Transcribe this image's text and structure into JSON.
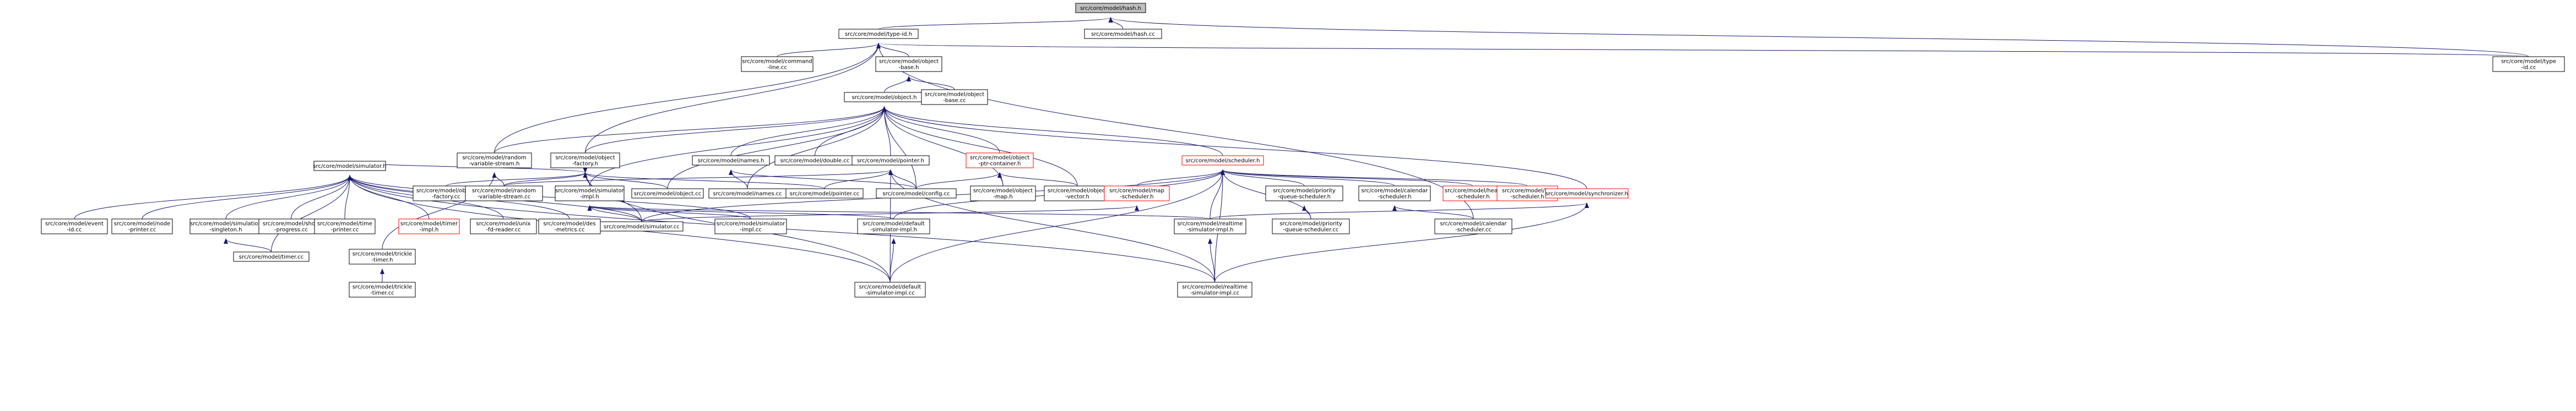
{
  "colors": {
    "edge": "#191970",
    "border_normal": "#000000",
    "border_missing": "#ff0000",
    "fill_root": "#bfbfbf",
    "fill_normal": "#ffffff"
  },
  "nodes": [
    {
      "id": "hash_h",
      "lines": [
        "src/core/model/hash.h"
      ],
      "style": "root"
    },
    {
      "id": "type_id_h",
      "lines": [
        "src/core/model/type-id.h"
      ]
    },
    {
      "id": "hash_cc",
      "lines": [
        "src/core/model/hash.cc"
      ]
    },
    {
      "id": "command_line_cc",
      "lines": [
        "src/core/model/command",
        "-line.cc"
      ]
    },
    {
      "id": "object_base_h",
      "lines": [
        "src/core/model/object",
        "-base.h"
      ]
    },
    {
      "id": "type_id_cc",
      "lines": [
        "src/core/model/type",
        "-id.cc"
      ]
    },
    {
      "id": "object_h",
      "lines": [
        "src/core/model/object.h"
      ]
    },
    {
      "id": "object_base_cc",
      "lines": [
        "src/core/model/object",
        "-base.cc"
      ]
    },
    {
      "id": "random_variable_stream_h",
      "lines": [
        "src/core/model/random",
        "-variable-stream.h"
      ]
    },
    {
      "id": "object_factory_h",
      "lines": [
        "src/core/model/object",
        "-factory.h"
      ]
    },
    {
      "id": "double_cc",
      "lines": [
        "src/core/model/double.cc"
      ]
    },
    {
      "id": "names_h",
      "lines": [
        "src/core/model/names.h"
      ]
    },
    {
      "id": "pointer_h",
      "lines": [
        "src/core/model/pointer.h"
      ]
    },
    {
      "id": "object_ptr_container_h",
      "lines": [
        "src/core/model/object",
        "-ptr-container.h"
      ],
      "style": "missing"
    },
    {
      "id": "scheduler_h",
      "lines": [
        "src/core/model/scheduler.h"
      ],
      "style": "missing"
    },
    {
      "id": "simulator_h",
      "lines": [
        "src/core/model/simulator.h"
      ]
    },
    {
      "id": "object_factory_cc",
      "lines": [
        "src/core/model/object",
        "-factory.cc"
      ]
    },
    {
      "id": "random_variable_stream_cc",
      "lines": [
        "src/core/model/random",
        "-variable-stream.cc"
      ]
    },
    {
      "id": "simulator_impl_h",
      "lines": [
        "src/core/model/simulator",
        "-impl.h"
      ]
    },
    {
      "id": "object_cc",
      "lines": [
        "src/core/model/object.cc"
      ]
    },
    {
      "id": "names_cc",
      "lines": [
        "src/core/model/names.cc"
      ]
    },
    {
      "id": "pointer_cc",
      "lines": [
        "src/core/model/pointer.cc"
      ]
    },
    {
      "id": "config_cc",
      "lines": [
        "src/core/model/config.cc"
      ]
    },
    {
      "id": "object_map_h",
      "lines": [
        "src/core/model/object",
        "-map.h"
      ]
    },
    {
      "id": "object_vector_h",
      "lines": [
        "src/core/model/object",
        "-vector.h"
      ]
    },
    {
      "id": "map_scheduler_h",
      "lines": [
        "src/core/model/map",
        "-scheduler.h"
      ],
      "style": "missing"
    },
    {
      "id": "priority_queue_scheduler_h",
      "lines": [
        "src/core/model/priority",
        "-queue-scheduler.h"
      ]
    },
    {
      "id": "calendar_scheduler_h",
      "lines": [
        "src/core/model/calendar",
        "-scheduler.h"
      ]
    },
    {
      "id": "heap_scheduler_h",
      "lines": [
        "src/core/model/heap",
        "-scheduler.h"
      ],
      "style": "missing"
    },
    {
      "id": "list_scheduler_h",
      "lines": [
        "src/core/model/list",
        "-scheduler.h"
      ],
      "style": "missing"
    },
    {
      "id": "synchronizer_h",
      "lines": [
        "src/core/model/synchronizer.h"
      ],
      "style": "missing"
    },
    {
      "id": "event_id_cc",
      "lines": [
        "src/core/model/event",
        "-id.cc"
      ]
    },
    {
      "id": "node_printer_cc",
      "lines": [
        "src/core/model/node",
        "-printer.cc"
      ]
    },
    {
      "id": "simulation_singleton_h",
      "lines": [
        "src/core/model/simulation",
        "-singleton.h"
      ]
    },
    {
      "id": "show_progress_cc",
      "lines": [
        "src/core/model/show",
        "-progress.cc"
      ]
    },
    {
      "id": "time_printer_cc",
      "lines": [
        "src/core/model/time",
        "-printer.cc"
      ]
    },
    {
      "id": "timer_impl_h",
      "lines": [
        "src/core/model/timer",
        "-impl.h"
      ],
      "style": "missing"
    },
    {
      "id": "unix_fd_reader_cc",
      "lines": [
        "src/core/model/unix",
        "-fd-reader.cc"
      ]
    },
    {
      "id": "des_metrics_cc",
      "lines": [
        "src/core/model/des",
        "-metrics.cc"
      ]
    },
    {
      "id": "simulator_cc",
      "lines": [
        "src/core/model/simulator.cc"
      ]
    },
    {
      "id": "simulator_impl_cc",
      "lines": [
        "src/core/model/simulator",
        "-impl.cc"
      ]
    },
    {
      "id": "default_simulator_impl_h",
      "lines": [
        "src/core/model/default",
        "-simulator-impl.h"
      ]
    },
    {
      "id": "realtime_simulator_impl_h",
      "lines": [
        "src/core/model/realtime",
        "-simulator-impl.h"
      ]
    },
    {
      "id": "priority_queue_scheduler_cc",
      "lines": [
        "src/core/model/priority",
        "-queue-scheduler.cc"
      ]
    },
    {
      "id": "calendar_scheduler_cc",
      "lines": [
        "src/core/model/calendar",
        "-scheduler.cc"
      ]
    },
    {
      "id": "timer_cc",
      "lines": [
        "src/core/model/timer.cc"
      ]
    },
    {
      "id": "trickle_timer_h",
      "lines": [
        "src/core/model/trickle",
        "-timer.h"
      ]
    },
    {
      "id": "default_simulator_impl_cc",
      "lines": [
        "src/core/model/default",
        "-simulator-impl.cc"
      ]
    },
    {
      "id": "realtime_simulator_impl_cc",
      "lines": [
        "src/core/model/realtime",
        "-simulator-impl.cc"
      ]
    },
    {
      "id": "trickle_timer_cc",
      "lines": [
        "src/core/model/trickle",
        "-timer.cc"
      ]
    }
  ],
  "edges": [
    [
      "hash_h",
      "type_id_h"
    ],
    [
      "hash_h",
      "hash_cc"
    ],
    [
      "hash_h",
      "type_id_cc"
    ],
    [
      "type_id_h",
      "command_line_cc"
    ],
    [
      "type_id_h",
      "object_base_h"
    ],
    [
      "type_id_h",
      "type_id_cc"
    ],
    [
      "type_id_h",
      "random_variable_stream_h"
    ],
    [
      "type_id_h",
      "object_factory_h"
    ],
    [
      "type_id_h",
      "calendar_scheduler_cc"
    ],
    [
      "object_base_h",
      "object_h"
    ],
    [
      "object_base_h",
      "object_base_cc"
    ],
    [
      "object_h",
      "random_variable_stream_h"
    ],
    [
      "object_h",
      "object_factory_h"
    ],
    [
      "object_h",
      "double_cc"
    ],
    [
      "object_h",
      "names_h"
    ],
    [
      "object_h",
      "pointer_h"
    ],
    [
      "object_h",
      "object_ptr_container_h"
    ],
    [
      "object_h",
      "scheduler_h"
    ],
    [
      "object_h",
      "synchronizer_h"
    ],
    [
      "object_h",
      "simulator_impl_h"
    ],
    [
      "object_h",
      "object_cc"
    ],
    [
      "object_h",
      "names_cc"
    ],
    [
      "object_h",
      "config_cc"
    ],
    [
      "object_h",
      "object_map_h"
    ],
    [
      "object_h",
      "object_vector_h"
    ],
    [
      "random_variable_stream_h",
      "random_variable_stream_cc"
    ],
    [
      "random_variable_stream_h",
      "trickle_timer_h"
    ],
    [
      "object_factory_h",
      "simulator_h"
    ],
    [
      "object_factory_h",
      "object_factory_cc"
    ],
    [
      "object_factory_h",
      "random_variable_stream_cc"
    ],
    [
      "object_factory_h",
      "simulator_impl_h"
    ],
    [
      "object_factory_h",
      "object_cc"
    ],
    [
      "object_factory_h",
      "pointer_cc"
    ],
    [
      "object_factory_h",
      "simulator_cc"
    ],
    [
      "object_factory_h",
      "default_simulator_impl_cc"
    ],
    [
      "names_h",
      "names_cc"
    ],
    [
      "names_h",
      "config_cc"
    ],
    [
      "pointer_h",
      "pointer_cc"
    ],
    [
      "pointer_h",
      "config_cc"
    ],
    [
      "pointer_h",
      "random_variable_stream_cc"
    ],
    [
      "pointer_h",
      "default_simulator_impl_cc"
    ],
    [
      "pointer_h",
      "realtime_simulator_impl_cc"
    ],
    [
      "object_ptr_container_h",
      "object_map_h"
    ],
    [
      "object_ptr_container_h",
      "object_vector_h"
    ],
    [
      "object_ptr_container_h",
      "config_cc"
    ],
    [
      "scheduler_h",
      "map_scheduler_h"
    ],
    [
      "scheduler_h",
      "priority_queue_scheduler_h"
    ],
    [
      "scheduler_h",
      "calendar_scheduler_h"
    ],
    [
      "scheduler_h",
      "heap_scheduler_h"
    ],
    [
      "scheduler_h",
      "list_scheduler_h"
    ],
    [
      "scheduler_h",
      "simulator_cc"
    ],
    [
      "scheduler_h",
      "default_simulator_impl_h"
    ],
    [
      "scheduler_h",
      "realtime_simulator_impl_h"
    ],
    [
      "scheduler_h",
      "priority_queue_scheduler_cc"
    ],
    [
      "scheduler_h",
      "default_simulator_impl_cc"
    ],
    [
      "scheduler_h",
      "realtime_simulator_impl_cc"
    ],
    [
      "synchronizer_h",
      "realtime_simulator_impl_h"
    ],
    [
      "synchronizer_h",
      "realtime_simulator_impl_cc"
    ],
    [
      "simulator_h",
      "event_id_cc"
    ],
    [
      "simulator_h",
      "node_printer_cc"
    ],
    [
      "simulator_h",
      "simulation_singleton_h"
    ],
    [
      "simulator_h",
      "show_progress_cc"
    ],
    [
      "simulator_h",
      "time_printer_cc"
    ],
    [
      "simulator_h",
      "timer_impl_h"
    ],
    [
      "simulator_h",
      "unix_fd_reader_cc"
    ],
    [
      "simulator_h",
      "des_metrics_cc"
    ],
    [
      "simulator_h",
      "simulator_cc"
    ],
    [
      "simulator_h",
      "simulator_impl_cc"
    ],
    [
      "simulator_h",
      "timer_cc"
    ],
    [
      "simulator_h",
      "default_simulator_impl_cc"
    ],
    [
      "simulator_h",
      "realtime_simulator_impl_cc"
    ],
    [
      "simulator_impl_h",
      "simulator_cc"
    ],
    [
      "simulator_impl_h",
      "simulator_impl_cc"
    ],
    [
      "simulator_impl_h",
      "default_simulator_impl_h"
    ],
    [
      "simulator_impl_h",
      "realtime_simulator_impl_h"
    ],
    [
      "simulation_singleton_h",
      "timer_cc"
    ],
    [
      "map_scheduler_h",
      "simulator_cc"
    ],
    [
      "priority_queue_scheduler_h",
      "priority_queue_scheduler_cc"
    ],
    [
      "calendar_scheduler_h",
      "calendar_scheduler_cc"
    ],
    [
      "default_simulator_impl_h",
      "default_simulator_impl_cc"
    ],
    [
      "realtime_simulator_impl_h",
      "realtime_simulator_impl_cc"
    ],
    [
      "trickle_timer_h",
      "trickle_timer_cc"
    ]
  ]
}
